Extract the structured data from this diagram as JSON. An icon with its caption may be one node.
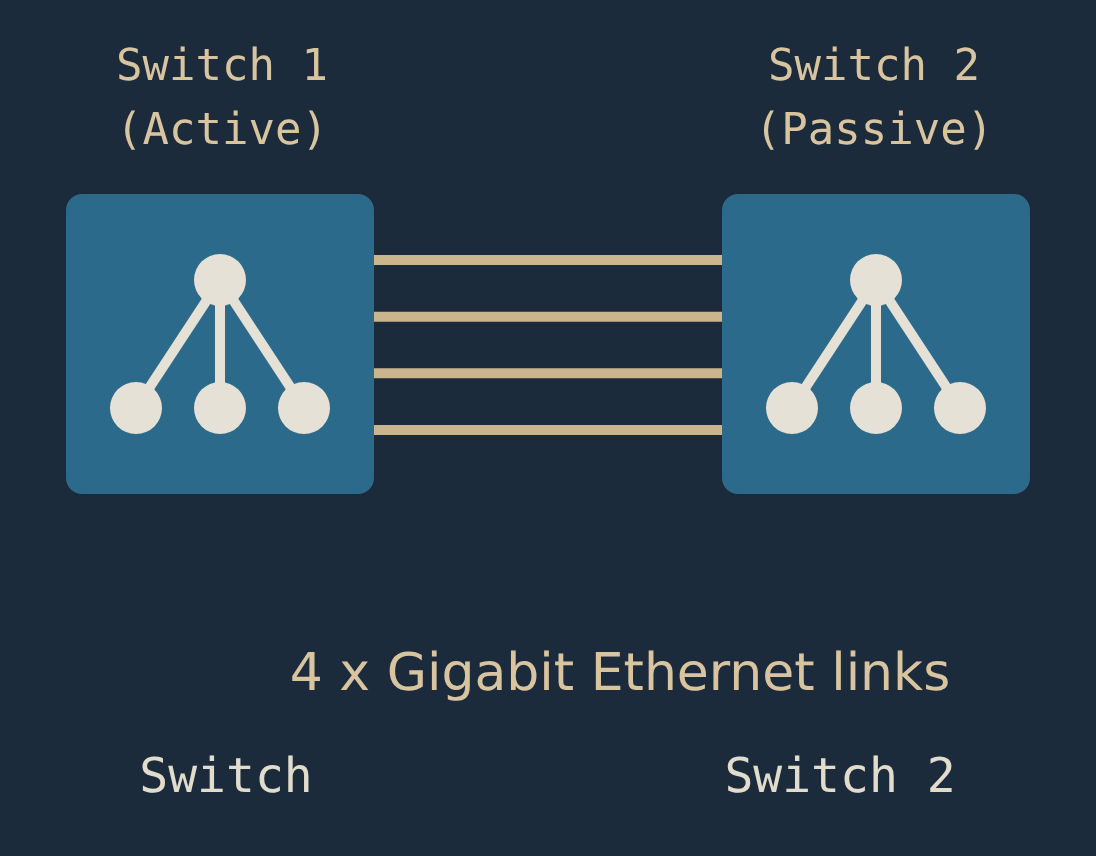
{
  "diagram": {
    "nodes": [
      {
        "text": [
          "Switch 1 (Active)"
        ]
      },
      {
        "text": [
          "Switch 2 (Passive)"
        ]
      }
    ],
    "edges": [
      {
        "from": 0,
        "to": 1,
        "arrow": "none"
      },
      {
        "from": 0,
        "to": 1,
        "arrow": "none"
      },
      {
        "from": 0,
        "to": 1,
        "arrow": "none"
      },
      {
        "from": 0,
        "to": 1,
        "arrow": "none"
      }
    ],
    "labels": [
      "4 x Gigabit Ethernet links",
      "Switch",
      "Switch 2"
    ]
  }
}
